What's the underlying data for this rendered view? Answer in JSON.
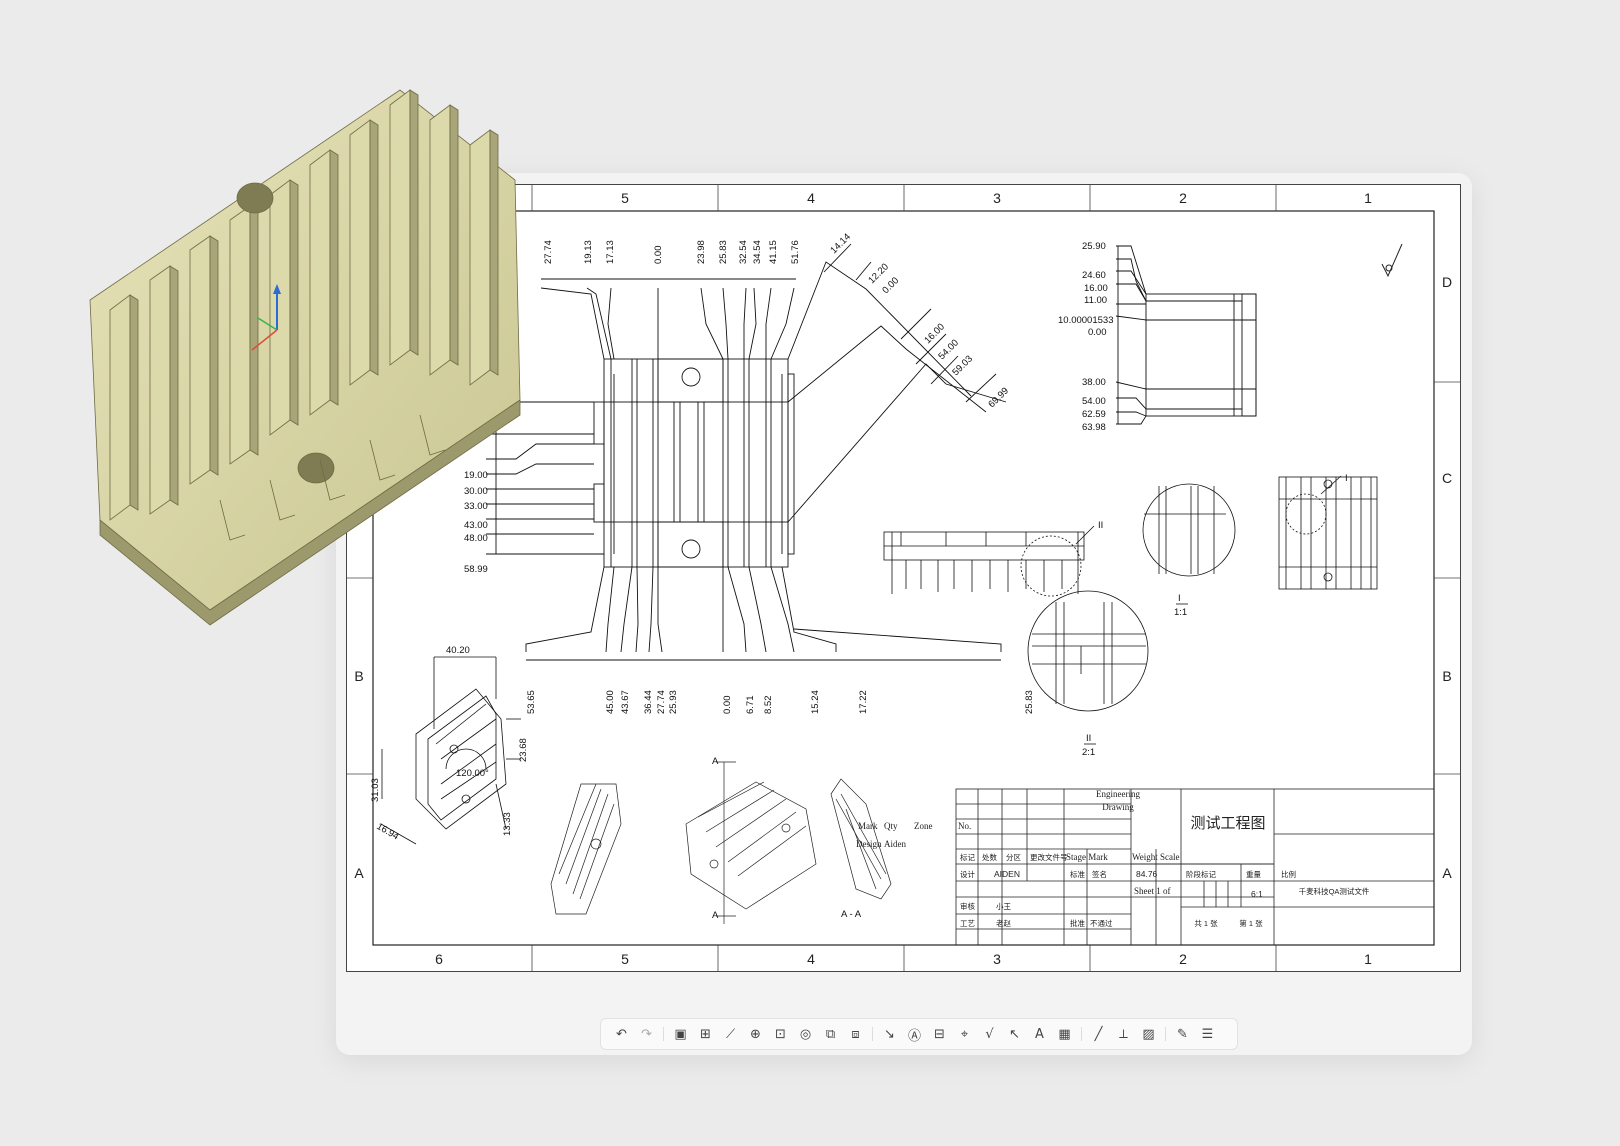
{
  "frame": {
    "zones_top": [
      "5",
      "4",
      "3",
      "2",
      "1"
    ],
    "zones_bottom": [
      "6",
      "5",
      "4",
      "3",
      "2",
      "1"
    ],
    "rows": [
      "D",
      "C",
      "B",
      "A"
    ]
  },
  "dims_top": [
    "27.74",
    "19.13",
    "17.13",
    "0.00",
    "23.98",
    "25.83",
    "32.54",
    "34.54",
    "41.15",
    "51.76"
  ],
  "dims_diag": [
    "14.14",
    "12.20",
    "0.00",
    "16.00",
    "54.00",
    "59.03",
    "69.99"
  ],
  "dims_left": [
    "19.00",
    "30.00",
    "33.00",
    "43.00",
    "48.00",
    "58.99"
  ],
  "dims_bottom": [
    "53.65",
    "45.00",
    "43.67",
    "36.44",
    "27.74",
    "25.93",
    "0.00",
    "6.71",
    "8.52",
    "15.24",
    "17.22",
    "25.83"
  ],
  "dims_right": [
    "25.90",
    "24.60",
    "16.00",
    "11.00",
    "10.00001533",
    "0.00",
    "38.00",
    "54.00",
    "62.59",
    "63.98"
  ],
  "iso": {
    "width": "40.20",
    "angle": "120.00°",
    "h1": "31.03",
    "h2": "23.68",
    "h3": "13.33",
    "w2": "16.94"
  },
  "details": {
    "mark1": "I",
    "scale1": "1:1",
    "mark2": "II",
    "scale2": "2:1"
  },
  "section": {
    "marker": "A",
    "label": "A - A"
  },
  "titleblock": {
    "en_title_1": "Engineering",
    "en_title_2": "Drawing",
    "cn_title": "测试工程图",
    "mark": "Mark",
    "qty": "Qty",
    "zone": "Zone",
    "no": "No.",
    "design": "Design",
    "designer": "Aiden",
    "col_1": "标记",
    "col_2": "处数",
    "col_3": "分区",
    "col_4": "更改文件号",
    "stage_mark": "Stage Mark",
    "weight": "Weight",
    "scale_en": "Scale",
    "row_design": "设计",
    "designer_value": "AIDEN",
    "std": "标准",
    "std2": "签名",
    "weight_value": "84.76",
    "stage_cn": "阶段标记",
    "weight_cn": "重量",
    "scale_cn": "比例",
    "sheet_of": "Sheet 1 of",
    "scale_value": "6:1",
    "company": "千麦科技QA测试文件",
    "reviewer_lbl": "审核",
    "reviewer": "小王",
    "process_lbl": "工艺",
    "process": "老赵",
    "approve_lbl": "批准",
    "approve": "不通过",
    "total_sheets": "共 1 张",
    "sheet_no": "第 1 张"
  },
  "toolbar": {
    "items": [
      {
        "name": "undo-button",
        "glyph": "↶",
        "disabled": false
      },
      {
        "name": "redo-button",
        "glyph": "↷",
        "disabled": true
      },
      {
        "name": "sep"
      },
      {
        "name": "view-base-button",
        "glyph": "▣"
      },
      {
        "name": "view-projected-button",
        "glyph": "⊞"
      },
      {
        "name": "view-aux-button",
        "glyph": "⟋"
      },
      {
        "name": "view-section-button",
        "glyph": "⊕"
      },
      {
        "name": "view-detail-button",
        "glyph": "⊡"
      },
      {
        "name": "view-broken-button",
        "glyph": "◎"
      },
      {
        "name": "view-crop-button",
        "glyph": "⧉"
      },
      {
        "name": "view-break-button",
        "glyph": "⧈"
      },
      {
        "name": "sep"
      },
      {
        "name": "dim-smart-button",
        "glyph": "↘"
      },
      {
        "name": "dim-text-button",
        "glyph": "Ⓐ"
      },
      {
        "name": "dim-datum-button",
        "glyph": "⊟"
      },
      {
        "name": "weld-symbol-button",
        "glyph": "⌖"
      },
      {
        "name": "surface-finish-button",
        "glyph": "√"
      },
      {
        "name": "leader-button",
        "glyph": "↖"
      },
      {
        "name": "note-button",
        "glyph": "A"
      },
      {
        "name": "table-button",
        "glyph": "▦"
      },
      {
        "name": "sep"
      },
      {
        "name": "line-button",
        "glyph": "╱"
      },
      {
        "name": "centerline-button",
        "glyph": "⟂"
      },
      {
        "name": "hatch-button",
        "glyph": "▨"
      },
      {
        "name": "sep"
      },
      {
        "name": "format-painter-button",
        "glyph": "✎"
      },
      {
        "name": "sheet-settings-button",
        "glyph": "☰"
      }
    ]
  },
  "colors": {
    "model": "#d9d6a8",
    "model_dark": "#8f8c62",
    "card": "#f3f3f3",
    "bg": "#ebebeb"
  }
}
